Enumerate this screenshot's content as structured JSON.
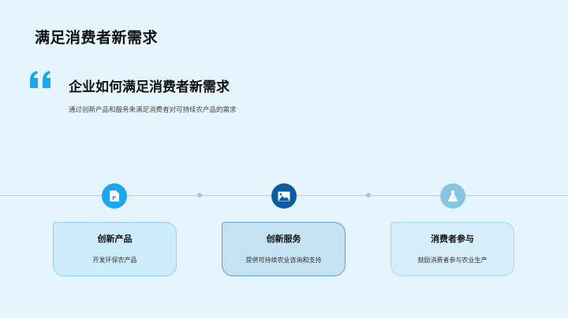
{
  "page": {
    "title": "满足消费者新需求"
  },
  "quote": {
    "icon": "quote-icon",
    "title": "企业如何满足消费者新需求",
    "subtitle": "通过创新产品和服务来满足消费者对可持续农产品的需求"
  },
  "timeline": {
    "steps": [
      {
        "icon": "document-p-icon",
        "color": "#1aa7f0",
        "title": "创新产品",
        "description": "开发环保农产品"
      },
      {
        "icon": "image-icon",
        "color": "#0b5e9e",
        "title": "创新服务",
        "description": "提供可持续农业咨询和支持"
      },
      {
        "icon": "flask-icon",
        "color": "#86c6e4",
        "title": "消费者参与",
        "description": "鼓励消费者参与农业生产"
      }
    ]
  },
  "colors": {
    "background": "#e6f5fd",
    "accent": "#1aa7f0",
    "card1_bg": "#ccecfc",
    "card2_bg": "#c4e2f1",
    "card3_bg": "#d6eefa"
  }
}
